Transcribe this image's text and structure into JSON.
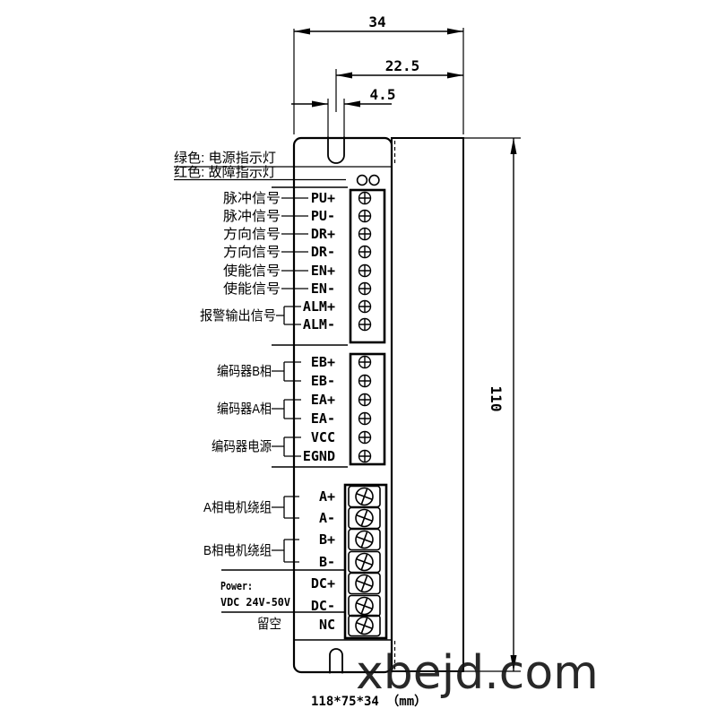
{
  "legend": {
    "green": "绿色: 电源指示灯",
    "red": "红色: 故障指示灯"
  },
  "dimensions": {
    "top_width": "34",
    "slot_to_edge": "22.5",
    "slot_width": "4.5",
    "body_height": "110",
    "overall_size": "118*75*34 （mm）"
  },
  "watermark": "xbejd.com",
  "signal_connector": {
    "pins": [
      "PU+",
      "PU-",
      "DR+",
      "DR-",
      "EN+",
      "EN-",
      "ALM+",
      "ALM-"
    ],
    "labels": [
      "脉冲信号",
      "脉冲信号",
      "方向信号",
      "方向信号",
      "使能信号",
      "使能信号"
    ],
    "alarm_group_label": "报警输出信号"
  },
  "encoder_connector": {
    "pins": [
      "EB+",
      "EB-",
      "EA+",
      "EA-",
      "VCC",
      "EGND"
    ],
    "group_labels": [
      "编码器B相",
      "编码器A相",
      "编码器电源"
    ]
  },
  "power_connector": {
    "pins": [
      "A+",
      "A-",
      "B+",
      "B-",
      "DC+",
      "DC-",
      "NC"
    ],
    "group_labels": [
      "A相电机绕组",
      "B相电机绕组"
    ],
    "power_label_line1": "Power:",
    "power_label_line2": "VDC  24V-50V",
    "nc_label": "留空"
  }
}
